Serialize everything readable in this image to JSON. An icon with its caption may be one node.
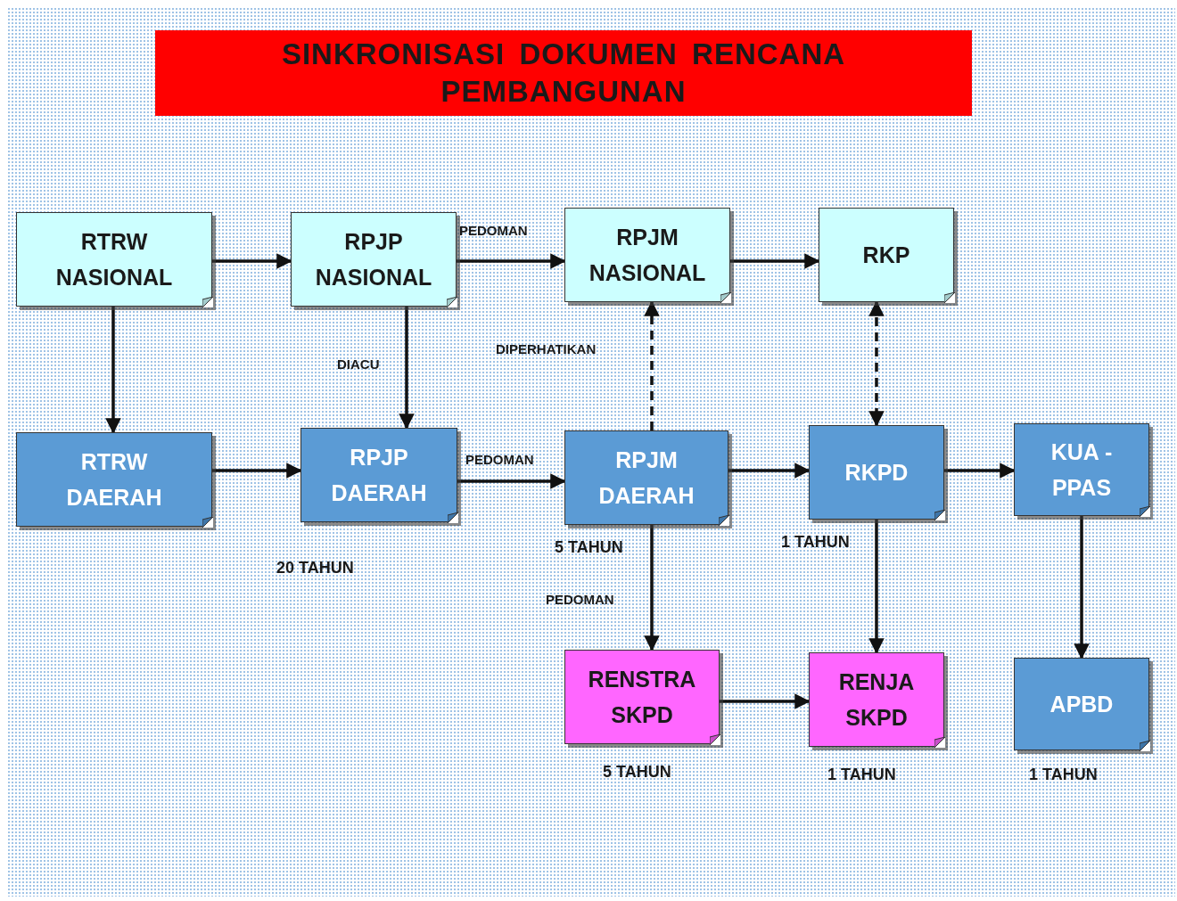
{
  "diagram": {
    "title": "SINKRONISASI DOKUMEN RENCANA PEMBANGUNAN",
    "nodes": [
      {
        "text": [
          "RTRW NASIONAL"
        ]
      },
      {
        "text": [
          "RPJP NASIONAL"
        ]
      },
      {
        "text": [
          "RPJM NASIONAL"
        ]
      },
      {
        "text": [
          "RKP"
        ]
      },
      {
        "text": [
          "RTRW DAERAH"
        ]
      },
      {
        "text": [
          "RPJP DAERAH"
        ],
        "beside": [
          "20 TAHUN"
        ]
      },
      {
        "text": [
          "RPJM DAERAH"
        ],
        "beside": [
          "5 TAHUN"
        ]
      },
      {
        "text": [
          "RKPD"
        ],
        "beside": [
          "1 TAHUN"
        ]
      },
      {
        "text": [
          "KUA - PPAS"
        ]
      },
      {
        "text": [
          "RENSTRA SKPD"
        ],
        "beside": [
          "5 TAHUN"
        ]
      },
      {
        "text": [
          "RENJA SKPD"
        ],
        "beside": [
          "1 TAHUN"
        ]
      },
      {
        "text": [
          "APBD"
        ],
        "beside": [
          "1 TAHUN"
        ]
      }
    ],
    "edges": [
      {
        "from": 0,
        "to": 1,
        "arrow": "to"
      },
      {
        "from": 1,
        "to": 2,
        "arrow": "to",
        "label": "PEDOMAN"
      },
      {
        "from": 2,
        "to": 3,
        "arrow": "to"
      },
      {
        "from": 0,
        "to": 4,
        "arrow": "to"
      },
      {
        "from": 1,
        "to": 5,
        "arrow": "to",
        "label": "DIACU"
      },
      {
        "from": 4,
        "to": 5,
        "arrow": "to"
      },
      {
        "from": 5,
        "to": 6,
        "arrow": "to",
        "label": "PEDOMAN"
      },
      {
        "from": 6,
        "to": 2,
        "arrow": "to",
        "label": "DIPERHATIKAN",
        "style": "dashed"
      },
      {
        "from": 3,
        "to": 7,
        "arrow": "both",
        "style": "dashed"
      },
      {
        "from": 6,
        "to": 7,
        "arrow": "to"
      },
      {
        "from": 7,
        "to": 8,
        "arrow": "to"
      },
      {
        "from": 6,
        "to": 9,
        "arrow": "to",
        "label": "PEDOMAN"
      },
      {
        "from": 9,
        "to": 10,
        "arrow": "to"
      },
      {
        "from": 7,
        "to": 10,
        "arrow": "to"
      },
      {
        "from": 8,
        "to": 11,
        "arrow": "to"
      }
    ]
  }
}
